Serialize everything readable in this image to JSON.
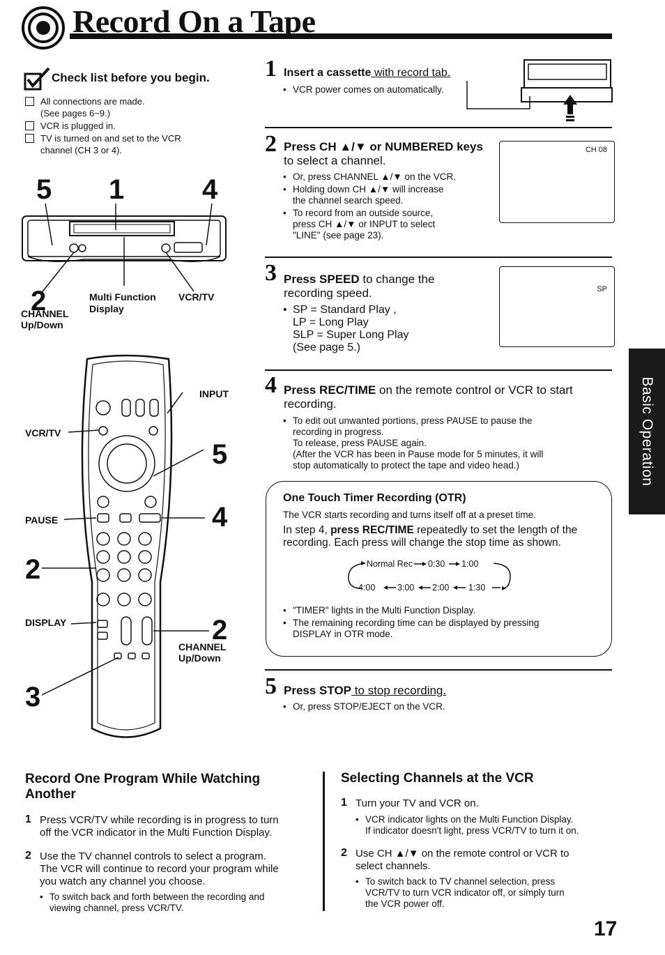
{
  "header": {
    "title": "Record On a Tape"
  },
  "checklist": {
    "heading": "Check list before you begin.",
    "items": [
      "All connections are made.\n(See pages 6~9.)",
      "VCR is plugged in.",
      "TV is turned on and set to the VCR\nchannel (CH 3 or 4)."
    ]
  },
  "vcr_diagram": {
    "callouts": [
      "5",
      "1",
      "4",
      "2"
    ],
    "labels": {
      "channel": "CHANNEL\nUp/Down",
      "multi_function": "Multi Function\nDisplay",
      "vcr_tv": "VCR/TV"
    }
  },
  "remote_diagram": {
    "callouts": {
      "five": "5",
      "four": "4",
      "two_left": "2",
      "two_right": "2",
      "three": "3"
    },
    "labels": {
      "input": "INPUT",
      "vcr_tv": "VCR/TV",
      "pause": "PAUSE",
      "display": "DISPLAY",
      "channel": "CHANNEL\nUp/Down"
    }
  },
  "steps": [
    {
      "num": "1",
      "head_bold": "Insert a cassette",
      "head_rest": " with record tab.",
      "bullets": [
        "VCR power comes on automatically."
      ]
    },
    {
      "num": "2",
      "head_bold": "Press CH ▲/▼ or NUMBERED keys",
      "head_rest": " to select a channel.",
      "bullets": [
        "Or, press CHANNEL ▲/▼ on the VCR.",
        "Holding down CH ▲/▼ will increase\nthe channel search speed.",
        "To record from an outside source,\npress CH ▲/▼ or INPUT to select\n\"LINE\" (see page 23)."
      ],
      "screen_text": "CH 08"
    },
    {
      "num": "3",
      "head_bold": "Press SPEED",
      "head_rest": " to change the recording speed.",
      "bullets": [
        "SP = Standard Play ,\nLP = Long Play\nSLP = Super Long Play\n(See page 5.)"
      ],
      "screen_text": "SP"
    },
    {
      "num": "4",
      "head_bold": "Press REC/TIME",
      "head_rest": " on the remote control or VCR to start recording.",
      "bullets": [
        "To edit out unwanted portions, press PAUSE to pause the\nrecording in progress.\nTo release, press PAUSE again.\n(After the VCR has been in Pause mode for 5 minutes, it will\nstop automatically to protect the tape and video head.)"
      ]
    },
    {
      "num": "5",
      "head_bold": "Press STOP",
      "head_rest": " to stop recording.",
      "bullets": [
        "Or, press STOP/EJECT on the VCR."
      ]
    }
  ],
  "otr": {
    "title": "One Touch Timer Recording (OTR)",
    "line1": "The VCR starts recording and turns itself off at a preset time.",
    "line2_pre": "In step 4, ",
    "line2_bold": "press REC/TIME",
    "line2_post": " repeatedly to set the length of the recording. Each press will change the stop time as shown.",
    "cycle_top": [
      "Normal Rec",
      "0:30",
      "1:00"
    ],
    "cycle_bottom": [
      "4:00",
      "3:00",
      "2:00",
      "1:30"
    ],
    "bullets": [
      "\"TIMER\" lights in the Multi Function Display.",
      "The remaining recording time can be displayed by pressing\nDISPLAY in OTR mode."
    ]
  },
  "side_tab": "Basic Operation",
  "bottom_left": {
    "heading": "Record One Program While Watching\nAnother",
    "items": [
      {
        "num": "1",
        "text": "Press VCR/TV while recording is in progress to turn\noff the VCR indicator in the Multi Function Display."
      },
      {
        "num": "2",
        "text": "Use the TV channel controls to select a program.\nThe VCR will continue to record your program while\nyou watch any channel you choose."
      }
    ],
    "bullet": "To switch back and forth between the recording and\nviewing channel, press VCR/TV."
  },
  "bottom_right": {
    "heading": "Selecting Channels at the VCR",
    "items": [
      {
        "num": "1",
        "text": "Turn your TV and VCR on.",
        "bullet": "VCR indicator lights on the Multi Function Display.\nIf indicator doesn't light, press VCR/TV to turn it on."
      },
      {
        "num": "2",
        "text": "Use CH ▲/▼ on the remote control or VCR to\nselect channels.",
        "bullet": "To switch back to TV channel selection, press\nVCR/TV to turn VCR indicator off, or simply turn\nthe VCR power off."
      }
    ]
  },
  "page_number": "17"
}
